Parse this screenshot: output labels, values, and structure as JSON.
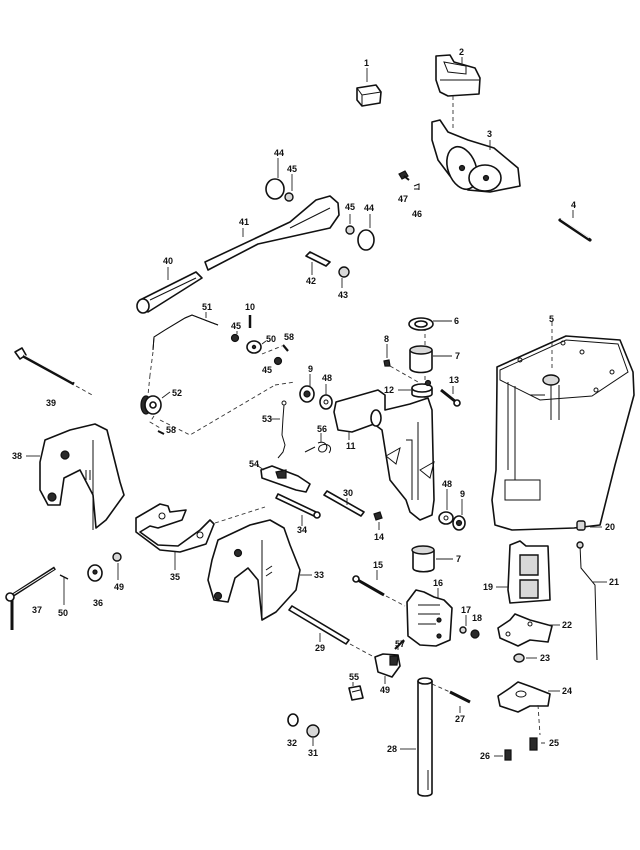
{
  "title": "Exploded parts diagram — outboard motor midsection / swivel & clamp bracket assembly",
  "parts": {
    "p1": "1",
    "p2": "2",
    "p3": "3",
    "p4": "4",
    "p5": "5",
    "p6": "6",
    "p7a": "7",
    "p7b": "7",
    "p8": "8",
    "p9a": "9",
    "p9b": "9",
    "p10": "10",
    "p11": "11",
    "p12": "12",
    "p13": "13",
    "p14": "14",
    "p15": "15",
    "p16": "16",
    "p17": "17",
    "p18": "18",
    "p19": "19",
    "p20": "20",
    "p21": "21",
    "p22": "22",
    "p23": "23",
    "p24": "24",
    "p25": "25",
    "p26": "26",
    "p27": "27",
    "p28": "28",
    "p29": "29",
    "p30": "30",
    "p31": "31",
    "p32": "32",
    "p33": "33",
    "p34": "34",
    "p35": "35",
    "p36": "36",
    "p37": "37",
    "p38": "38",
    "p39": "39",
    "p40": "40",
    "p41": "41",
    "p42": "42",
    "p43": "43",
    "p44a": "44",
    "p44b": "44",
    "p45a": "45",
    "p45b": "45",
    "p45c": "45",
    "p45d": "45",
    "p46": "46",
    "p47": "47",
    "p48a": "48",
    "p48b": "48",
    "p49a": "49",
    "p49b": "49",
    "p50a": "50",
    "p50b": "50",
    "p51": "51",
    "p52": "52",
    "p53": "53",
    "p54": "54",
    "p55": "55",
    "p56": "56",
    "p57": "57",
    "p58a": "58",
    "p58b": "58"
  }
}
